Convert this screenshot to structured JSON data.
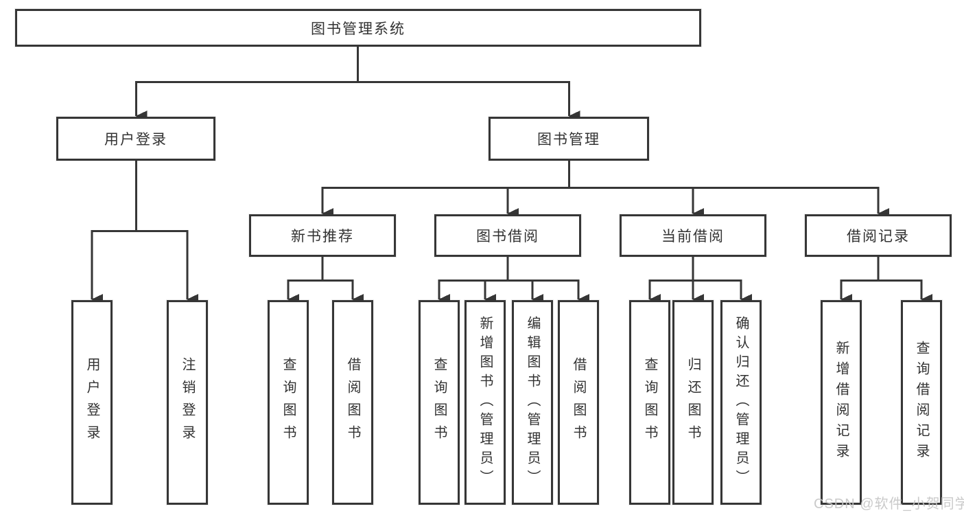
{
  "diagram": {
    "root": {
      "label": "图书管理系统"
    },
    "level2": [
      {
        "label": "用户登录"
      },
      {
        "label": "图书管理"
      }
    ],
    "level3": [
      {
        "label": "新书推荐"
      },
      {
        "label": "图书借阅"
      },
      {
        "label": "当前借阅"
      },
      {
        "label": "借阅记录"
      }
    ],
    "leaves": [
      {
        "label": "用户登录"
      },
      {
        "label": "注销登录"
      },
      {
        "label": "查询图书"
      },
      {
        "label": "借阅图书"
      },
      {
        "label": "查询图书"
      },
      {
        "label": "新增图书（管理员）"
      },
      {
        "label": "编辑图书（管理员）"
      },
      {
        "label": "借阅图书"
      },
      {
        "label": "查询图书"
      },
      {
        "label": "归还图书"
      },
      {
        "label": "确认归还（管理员）"
      },
      {
        "label": "新增借阅记录"
      },
      {
        "label": "查询借阅记录"
      }
    ]
  },
  "watermark": {
    "text": "CSDN @软件_小贺同学"
  },
  "colors": {
    "line": "#363636",
    "text": "#323232",
    "watermark": "#c6c6c6"
  }
}
